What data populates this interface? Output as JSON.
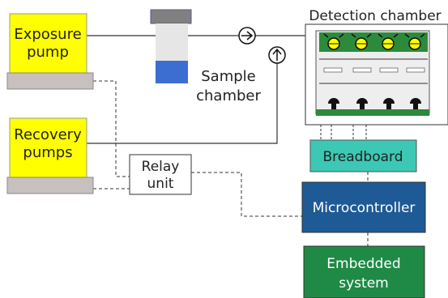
{
  "exposure_pump": {
    "line1": "Exposure",
    "line2": "pump"
  },
  "recovery_pumps": {
    "line1": "Recovery",
    "line2": "pumps"
  },
  "sample_chamber": {
    "line1": "Sample",
    "line2": "chamber"
  },
  "detection_chamber": {
    "label": "Detection chamber"
  },
  "relay_unit": {
    "line1": "Relay",
    "line2": "unit"
  },
  "breadboard": {
    "label": "Breadboard"
  },
  "microcontroller": {
    "label": "Microcontroller"
  },
  "embedded_system": {
    "line1": "Embedded",
    "line2": "system"
  },
  "colors": {
    "pump_yellow": "#ffff00",
    "pump_base": "#c8bfbf",
    "breadboard": "#3cc8b4",
    "microcontroller": "#1e5a96",
    "embedded": "#1e8a46",
    "vial_top": "#808080",
    "vial_body": "#e6e6e6",
    "vial_liquid": "#3c6ed2",
    "sensor_green": "#2c8a3c"
  }
}
